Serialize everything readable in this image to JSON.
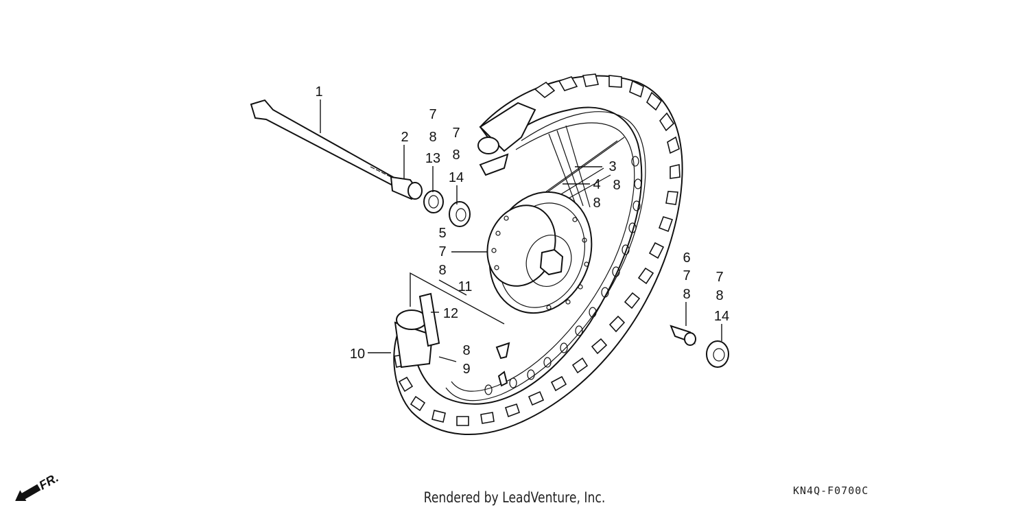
{
  "callouts": {
    "c1": "1",
    "c2": "2",
    "c13": "13",
    "c7a": "7",
    "c8a": "8",
    "c7b": "7",
    "c8b": "8",
    "c14a": "14",
    "c5": "5",
    "c7c": "7",
    "c8c": "8",
    "c3": "3",
    "c8d": "8",
    "c4": "4",
    "c8e": "8",
    "c11": "11",
    "c12": "12",
    "c10": "10",
    "c8f": "8",
    "c9": "9",
    "c6": "6",
    "c7d": "7",
    "c8g": "8",
    "c7e": "7",
    "c8h": "8",
    "c14b": "14"
  },
  "direction_label": "FR.",
  "credit": "Rendered by LeadVenture, Inc.",
  "diagram_code": "KN4Q-F0700C"
}
